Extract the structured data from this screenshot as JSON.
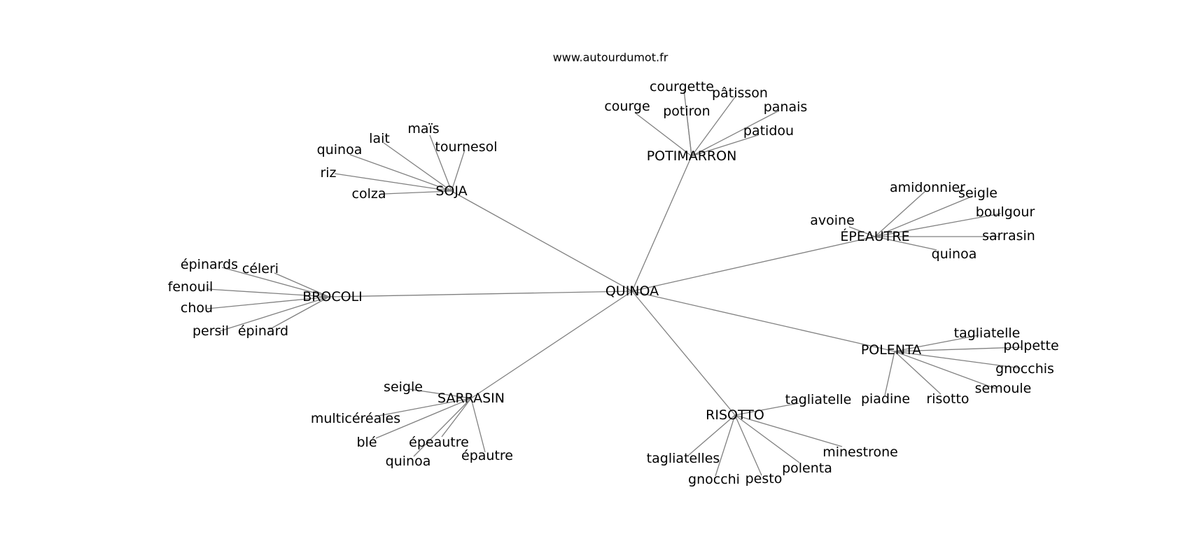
{
  "credit": "www.autourdumot.fr",
  "colors": {
    "edge": "#808080",
    "text": "#000000",
    "background": "#ffffff"
  },
  "graph": {
    "root": "QUINOA",
    "clusters": [
      {
        "hub": "SOJA",
        "leaves": [
          "maïs",
          "lait",
          "tournesol",
          "quinoa",
          "riz",
          "colza"
        ]
      },
      {
        "hub": "POTIMARRON",
        "leaves": [
          "courgette",
          "pâtisson",
          "courge",
          "potiron",
          "panais",
          "patidou"
        ]
      },
      {
        "hub": "ÉPEAUTRE",
        "leaves": [
          "amidonnier",
          "seigle",
          "avoine",
          "boulgour",
          "sarrasin",
          "quinoa"
        ]
      },
      {
        "hub": "BROCOLI",
        "leaves": [
          "épinards",
          "céleri",
          "fenouil",
          "chou",
          "persil",
          "épinard"
        ]
      },
      {
        "hub": "POLENTA",
        "leaves": [
          "tagliatelle",
          "polpette",
          "gnocchis",
          "semoule",
          "risotto",
          "piadine"
        ]
      },
      {
        "hub": "SARRASIN",
        "leaves": [
          "seigle",
          "multicéréales",
          "blé",
          "épeautre",
          "quinoa",
          "épautre"
        ]
      },
      {
        "hub": "RISOTTO",
        "leaves": [
          "tagliatelle",
          "minestrone",
          "tagliatelles",
          "polenta",
          "gnocchi",
          "pesto"
        ]
      }
    ]
  }
}
